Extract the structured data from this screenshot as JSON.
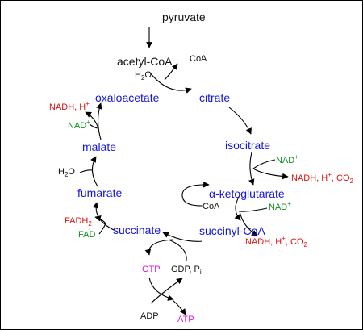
{
  "diagram": {
    "title": "",
    "metabolites": {
      "pyruvate": "pyruvate",
      "acetyl_coa": "acetyl-CoA",
      "citrate": "citrate",
      "isocitrate": "isocitrate",
      "alpha_ketoglutarate": "α-ketoglutarate",
      "succinyl_coa": "succinyl-CoA",
      "succinate": "succinate",
      "fumarate": "fumarate",
      "malate": "malate",
      "oxaloacetate": "oxaloacetate"
    },
    "cofactors": {
      "coa_release": "CoA",
      "water_in": "H",
      "water_in_sub": "2",
      "water_in_end": "O",
      "nad_1": "NAD",
      "nad_1_sup": "+",
      "nadh_1": "NADH, H",
      "nadh_1_sup": "+",
      "nadh_1_co2": ", CO",
      "nadh_1_co2_sub": "2",
      "nad_2": "NAD",
      "nad_2_sup": "+",
      "nadh_2": "NADH, H",
      "nadh_2_sup": "+",
      "nadh_2_co2": ", CO",
      "nadh_2_co2_sub": "2",
      "coa_in": "CoA",
      "gtp": "GTP",
      "gdp": "GDP, P",
      "gdp_sub": "i",
      "adp": "ADP",
      "atp": "ATP",
      "fadh2": "FADH",
      "fadh2_sub": "2",
      "fad": "FAD",
      "water_fum": "H",
      "water_fum_sub": "2",
      "water_fum_end": "O",
      "nad_3": "NAD",
      "nad_3_sup": "+",
      "nadh_3": "NADH, H",
      "nadh_3_sup": "+"
    },
    "colors": {
      "metabolite": "#1515e0",
      "reduced_cofactor": "#e01010",
      "oxidized_cofactor": "#10901a",
      "nucleotide": "#e010e0",
      "arrow": "#000000"
    }
  }
}
